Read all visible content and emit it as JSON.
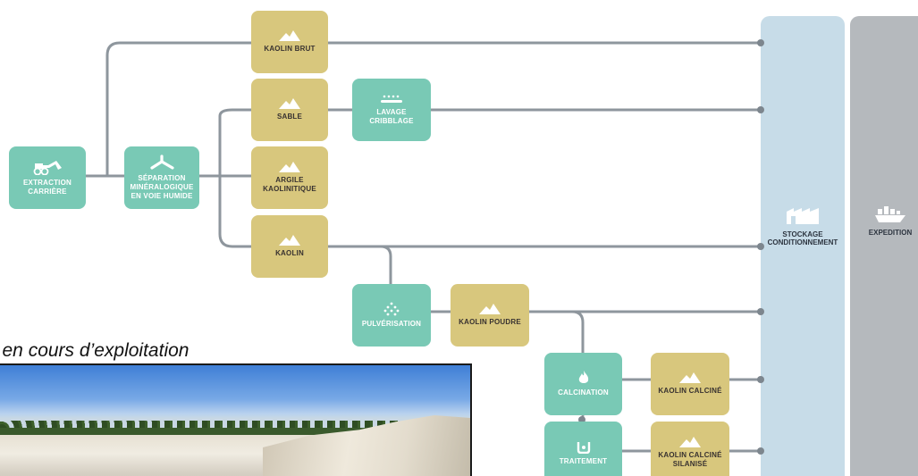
{
  "nodes": {
    "extraction": {
      "label": "EXTRACTION\nCARRIÈRE",
      "icon": "excavator-icon"
    },
    "separation": {
      "label": "SÉPARATION\nMINÉRALOGIQUE\nEN VOIE HUMIDE",
      "icon": "separation-icon"
    },
    "kaolin_brut": {
      "label": "KAOLIN BRUT",
      "icon": "mountain-icon"
    },
    "sable": {
      "label": "SABLE",
      "icon": "mountain-icon"
    },
    "lavage": {
      "label": "LAVAGE\nCRIBBLAGE",
      "icon": "washing-icon"
    },
    "argile": {
      "label": "ARGILE\nKAOLINITIQUE",
      "icon": "mountain-icon"
    },
    "kaolin": {
      "label": "KAOLIN",
      "icon": "mountain-icon"
    },
    "pulverisation": {
      "label": "PULVÉRISATION",
      "icon": "powder-icon"
    },
    "kaolin_poudre": {
      "label": "KAOLIN POUDRE",
      "icon": "mountain-icon"
    },
    "calcination": {
      "label": "CALCINATION",
      "icon": "flame-icon"
    },
    "kaolin_calcine": {
      "label": "KAOLIN CALCINÉ",
      "icon": "mountain-icon"
    },
    "traitement": {
      "label": "TRAITEMENT",
      "icon": "treatment-icon"
    },
    "kaolin_calcine_silanise": {
      "label": "KAOLIN CALCINÉ\nSILANISÉ",
      "icon": "mountain-icon"
    }
  },
  "stockage": {
    "label": "STOCKAGE\nCONDITIONNEMENT",
    "icon": "warehouse-icon"
  },
  "expedition": {
    "label": "EXPEDITION",
    "icon": "ship-icon"
  },
  "caption": "ur en cours d’exploitation",
  "colors": {
    "process_node": "#79c9b5",
    "product_node": "#d8c77d",
    "connector": "#8e969d",
    "stockage": "#c7dce8",
    "expedition": "#b5b9bd"
  }
}
